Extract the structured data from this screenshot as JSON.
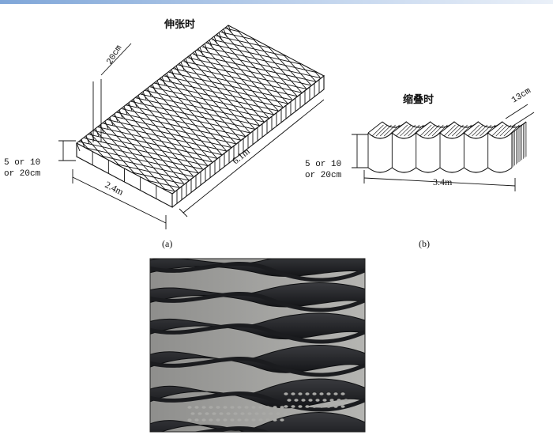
{
  "figure_a": {
    "state_label": "伸张时",
    "dim_width": "20cm",
    "dim_height_line1": "5 or 10",
    "dim_height_line2": "or 20cm",
    "dim_short": "2.4m",
    "dim_long": "6.1m",
    "caption": "(a)"
  },
  "figure_b": {
    "state_label": "缩叠时",
    "dim_thickness": "13cm",
    "dim_height_line1": "5 or 10",
    "dim_height_line2": "or 20cm",
    "dim_length": "3.4m",
    "caption": "(b)"
  },
  "colors": {
    "line": "#111111",
    "photo_dark": "#1c1d20",
    "photo_light": "#9a9a98",
    "header_band": "#8fb0dc"
  }
}
